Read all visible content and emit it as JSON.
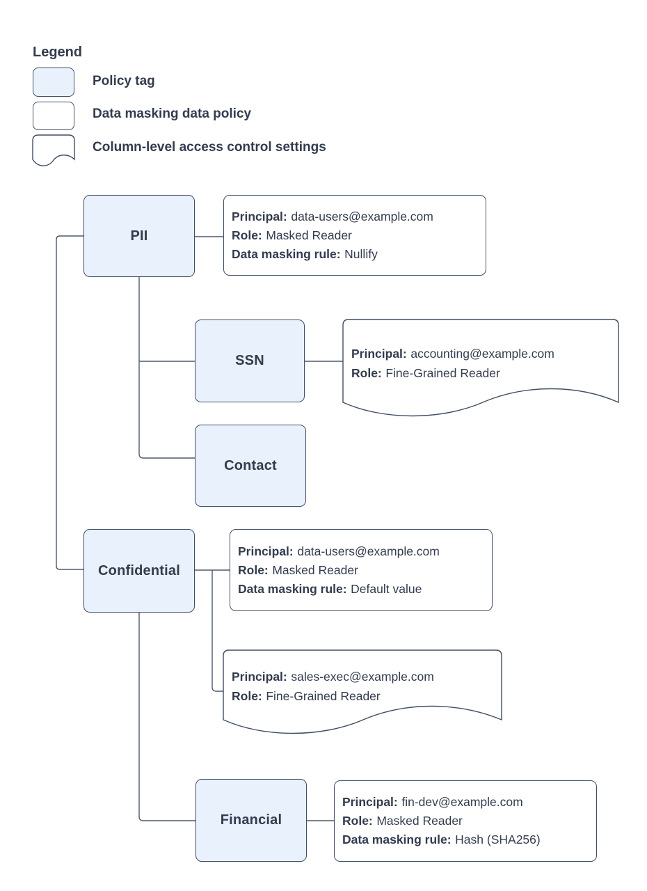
{
  "colors": {
    "tag_fill": "#e8f1fc",
    "shape_border": "#414d63",
    "connector": "#4e596b",
    "text": "#333c4e"
  },
  "legend": {
    "title": "Legend",
    "items": [
      {
        "swatch": "policy-tag-swatch",
        "label": "Policy tag"
      },
      {
        "swatch": "data-policy-swatch",
        "label": "Data masking data policy"
      },
      {
        "swatch": "access-control-doc-swatch",
        "label": "Column-level access control settings"
      }
    ]
  },
  "nodes": {
    "pii": {
      "label": "PII"
    },
    "ssn": {
      "label": "SSN"
    },
    "contact": {
      "label": "Contact"
    },
    "confidential": {
      "label": "Confidential"
    },
    "financial": {
      "label": "Financial"
    }
  },
  "policies": {
    "pii_masking": {
      "lines": [
        {
          "label": "Principal:",
          "value": "data-users@example.com"
        },
        {
          "label": "Role:",
          "value": "Masked Reader"
        },
        {
          "label": "Data masking rule:",
          "value": "Nullify"
        }
      ]
    },
    "ssn_access": {
      "lines": [
        {
          "label": "Principal:",
          "value": "accounting@example.com"
        },
        {
          "label": "Role:",
          "value": "Fine-Grained Reader"
        }
      ]
    },
    "confidential_masking": {
      "lines": [
        {
          "label": "Principal:",
          "value": "data-users@example.com"
        },
        {
          "label": "Role:",
          "value": "Masked Reader"
        },
        {
          "label": "Data masking rule:",
          "value": "Default value"
        }
      ]
    },
    "confidential_access": {
      "lines": [
        {
          "label": "Principal:",
          "value": "sales-exec@example.com"
        },
        {
          "label": "Role:",
          "value": "Fine-Grained Reader"
        }
      ]
    },
    "financial_masking": {
      "lines": [
        {
          "label": "Principal:",
          "value": "fin-dev@example.com"
        },
        {
          "label": "Role:",
          "value": "Masked Reader"
        },
        {
          "label": "Data masking rule:",
          "value": "Hash (SHA256)"
        }
      ]
    }
  }
}
